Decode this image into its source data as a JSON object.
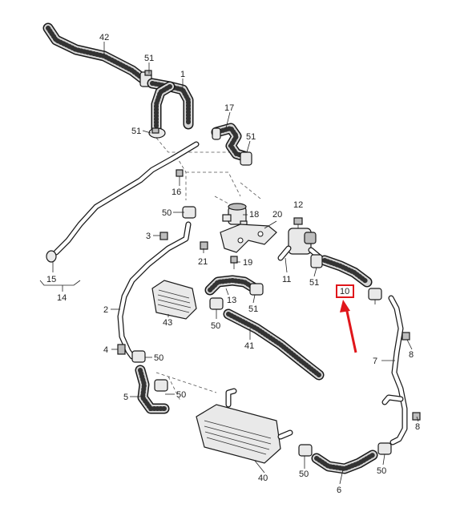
{
  "diagram": {
    "callouts": [
      "42",
      "51",
      "1",
      "17",
      "51",
      "51",
      "16",
      "50",
      "18",
      "20",
      "12",
      "3",
      "21",
      "19",
      "11",
      "51",
      "10",
      "15",
      "14",
      "2",
      "43",
      "13",
      "51",
      "50",
      "41",
      "8",
      "4",
      "50",
      "7",
      "5",
      "50",
      "8",
      "40",
      "50",
      "6",
      "50"
    ],
    "highlight": {
      "part": "10",
      "highlight_color": "#e0161b"
    },
    "colors": {
      "line": "#1a1a1a",
      "hose_fill": "#d6d6d6",
      "arrow": "#e0161b"
    }
  }
}
